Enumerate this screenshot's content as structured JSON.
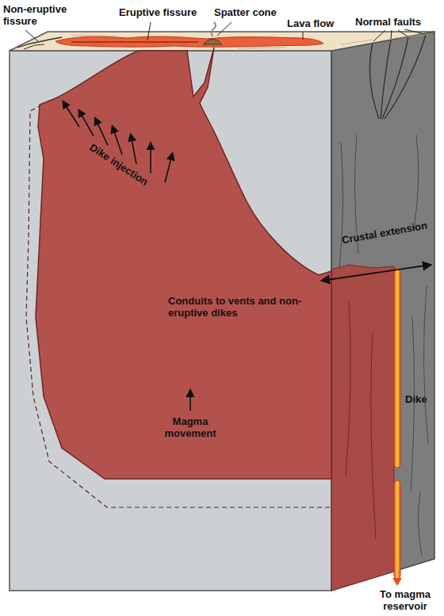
{
  "diagram": {
    "labels": [
      "Non-eruptive fissure",
      "Eruptive fissure",
      "Spatter cone",
      "Lava flow",
      "Normal faults",
      "Dike injection",
      "Crustal extension",
      "Conduits to vents and non-eruptive dikes",
      "Dike",
      "Magma movement",
      "To magma reservoir"
    ]
  }
}
